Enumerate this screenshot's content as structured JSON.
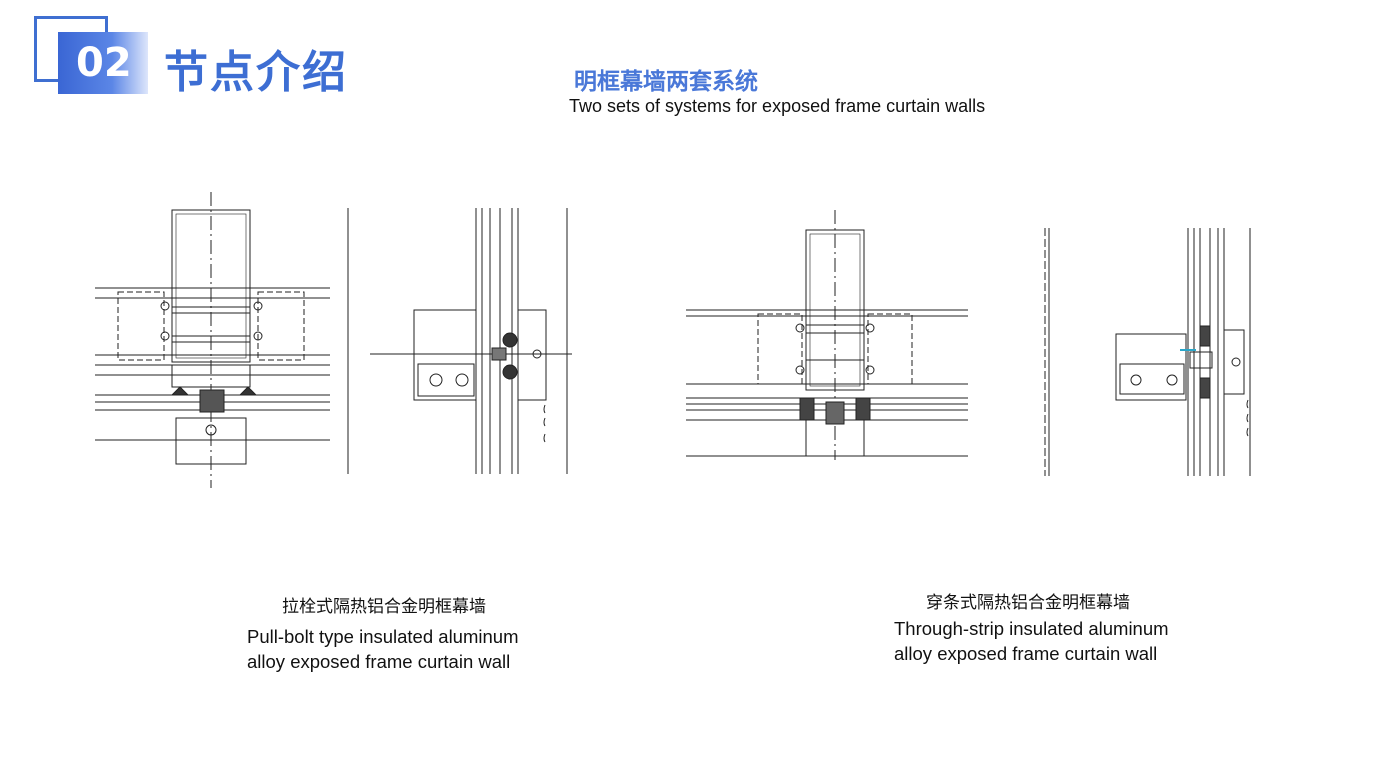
{
  "header": {
    "section_number": "02",
    "section_title": "节点介绍",
    "accent_color": "#3d6ed3"
  },
  "main": {
    "title_cn": "明框幕墙两套系统",
    "title_en": "Two sets of systems for exposed frame curtain walls"
  },
  "systems": [
    {
      "caption_cn": "拉栓式隔热铝合金明框幕墙",
      "caption_en": "Pull-bolt type insulated aluminum\nalloy exposed frame curtain wall"
    },
    {
      "caption_cn": "穿条式隔热铝合金明框幕墙",
      "caption_en": "Through-strip insulated aluminum\nalloy exposed frame curtain wall"
    }
  ]
}
